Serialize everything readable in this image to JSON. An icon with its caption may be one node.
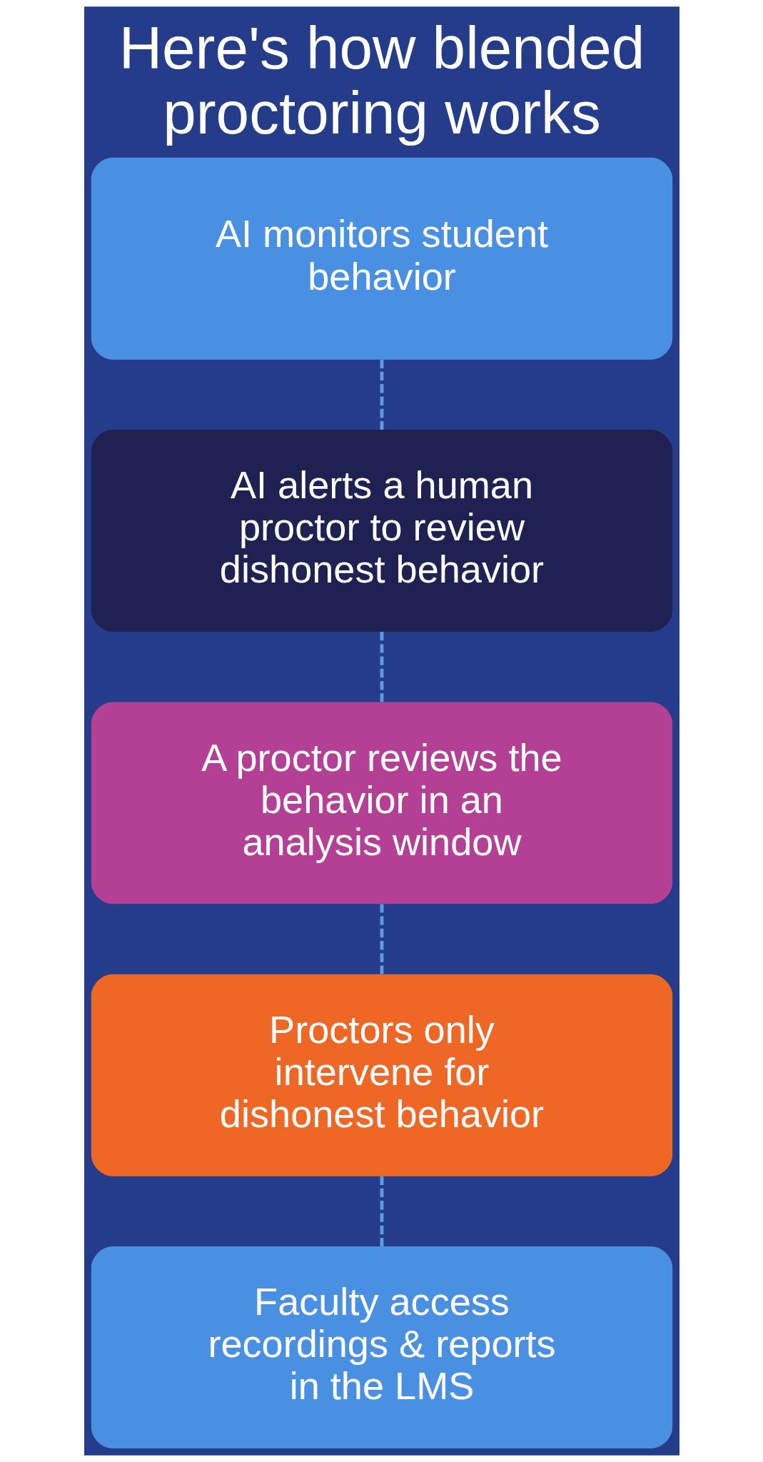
{
  "diagram": {
    "title": "Here's how blended proctoring works",
    "nodes": [
      {
        "text": [
          "AI monitors student behavior"
        ]
      },
      {
        "text": [
          "AI alerts a human proctor to review dishonest behavior"
        ]
      },
      {
        "text": [
          "A proctor reviews the behavior in an analysis window"
        ]
      },
      {
        "text": [
          "Proctors only intervene for dishonest behavior"
        ]
      },
      {
        "text": [
          "Faculty access recordings & reports in the LMS"
        ]
      }
    ],
    "edges": [
      {
        "from": 0,
        "to": 1,
        "arrow": "none",
        "style": "dashed"
      },
      {
        "from": 1,
        "to": 2,
        "arrow": "none",
        "style": "dashed"
      },
      {
        "from": 2,
        "to": 3,
        "arrow": "none",
        "style": "dashed"
      },
      {
        "from": 3,
        "to": 4,
        "arrow": "none",
        "style": "dashed"
      }
    ]
  }
}
